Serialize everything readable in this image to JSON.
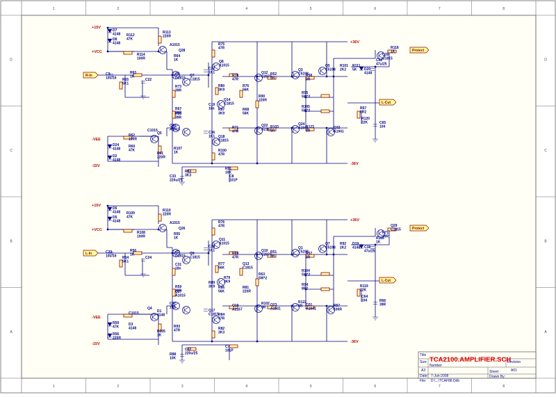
{
  "title_block": {
    "title_label": "Title",
    "title": "TCA2100.AMPLIFIER.SCH",
    "size_label": "Size",
    "size": "A3",
    "number_label": "Number",
    "revision_label": "Revision",
    "revision": "A01",
    "date_label": "Date:",
    "date": "7-Jun-2008",
    "file_label": "File:",
    "file": "D:\\...\\TCAF88.Ddb",
    "sheet_label": "Sheet",
    "drawn_label": "Drawn By:"
  },
  "zones": {
    "columns": [
      "1",
      "2",
      "3",
      "4",
      "5",
      "6",
      "7",
      "8"
    ],
    "rows": [
      "D",
      "C",
      "B",
      "A"
    ]
  },
  "channels": [
    {
      "name": "top",
      "input_port": "R-In",
      "rails": {
        "p15": "+15V",
        "vcc": "+VCC",
        "m15": "-15V",
        "vee": "-VEE",
        "p36": "+36V",
        "m36": "-36V"
      },
      "ports": {
        "protect": "Protect",
        "lcut": "L-Cut"
      },
      "parts": [
        {
          "ref": "D7",
          "val": "4148"
        },
        {
          "ref": "D8",
          "val": "4148"
        },
        {
          "ref": "R112",
          "val": "47K"
        },
        {
          "ref": "R113",
          "val": "220R"
        },
        {
          "ref": "A1015",
          "val": ""
        },
        {
          "ref": "Q28",
          "val": ""
        },
        {
          "ref": "R114",
          "val": "100R"
        },
        {
          "ref": "R64",
          "val": "1K"
        },
        {
          "ref": "R75",
          "val": "47R"
        },
        {
          "ref": "Q8",
          "val": "A1015"
        },
        {
          "ref": "C9",
          "val": "10u/16"
        },
        {
          "ref": "R63",
          "val": "1K"
        },
        {
          "ref": "R65",
          "val": "5K1"
        },
        {
          "ref": "C22",
          "val": ""
        },
        {
          "ref": "Q6",
          "val": "C1815"
        },
        {
          "ref": "Q7",
          "val": "C1815"
        },
        {
          "ref": "C27",
          "val": "1K1"
        },
        {
          "ref": "R78",
          "val": "47R"
        },
        {
          "ref": "Q12",
          "val": "C2073"
        },
        {
          "ref": "R52",
          "val": "3R"
        },
        {
          "ref": "Q3",
          "val": "C5198"
        },
        {
          "ref": "R58",
          "val": "3R"
        },
        {
          "ref": "Q5",
          "val": "C5198"
        },
        {
          "ref": "R101",
          "val": "2K2"
        },
        {
          "ref": "R111",
          "val": "5K"
        },
        {
          "ref": "D20",
          "val": "4148"
        },
        {
          "ref": "C42",
          "val": "47u/25"
        },
        {
          "ref": "R118",
          "val": "1K"
        },
        {
          "ref": "Q30",
          "val": "C1815"
        },
        {
          "ref": "R73",
          "val": "39R"
        },
        {
          "ref": "C19",
          "val": "18n"
        },
        {
          "ref": "R80",
          "val": "3K9"
        },
        {
          "ref": "R76",
          "val": "56K"
        },
        {
          "ref": "Q14",
          "val": "C1815"
        },
        {
          "ref": "R87",
          "val": "3K9"
        },
        {
          "ref": "R68",
          "val": "56K"
        },
        {
          "ref": "R90",
          "val": "220R"
        },
        {
          "ref": "R95",
          "val": "5W*2"
        },
        {
          "ref": "R105",
          "val": "5W*2"
        },
        {
          "ref": "R67",
          "val": "8R2"
        },
        {
          "ref": "R120",
          "val": "22K"
        },
        {
          "ref": "C65",
          "val": "104"
        },
        {
          "ref": "R67",
          "val": "39R"
        },
        {
          "ref": "R60",
          "val": "39R"
        },
        {
          "ref": "Q10",
          "val": "A1015"
        },
        {
          "ref": "C36",
          "val": "1K1"
        },
        {
          "ref": "Q18",
          "val": "C1815"
        },
        {
          "ref": "R71",
          "val": "47R"
        },
        {
          "ref": "Q22",
          "val": "A2167"
        },
        {
          "ref": "R103",
          "val": "3R"
        },
        {
          "ref": "Q24",
          "val": "A1941"
        },
        {
          "ref": "R123",
          "val": "3R"
        },
        {
          "ref": "Q32",
          "val": "A1941"
        },
        {
          "ref": "R62",
          "val": "100R"
        },
        {
          "ref": "C1015",
          "val": ""
        },
        {
          "ref": "Q5",
          "val": ""
        },
        {
          "ref": "D24",
          "val": "4148"
        },
        {
          "ref": "R60",
          "val": "47K"
        },
        {
          "ref": "D2",
          "val": "4148"
        },
        {
          "ref": "R61",
          "val": "220R"
        },
        {
          "ref": "R107",
          "val": "1K"
        },
        {
          "ref": "R100",
          "val": "47R"
        },
        {
          "ref": "R83",
          "val": "3K3"
        },
        {
          "ref": "C33",
          "val": "220u/25"
        },
        {
          "ref": "R91",
          "val": "10K"
        },
        {
          "ref": "C8",
          "val": "101P"
        }
      ]
    },
    {
      "name": "bottom",
      "input_port": "L-In",
      "rails": {
        "p15": "+15V",
        "vcc": "+VCC",
        "m15": "-15V",
        "vee": "-VEE",
        "p36": "+36V",
        "m36": "-36V"
      },
      "ports": {
        "protect": "Protect",
        "lcut": "L-Cut"
      },
      "parts": [
        {
          "ref": "D6",
          "val": "4148"
        },
        {
          "ref": "D5",
          "val": "4148"
        },
        {
          "ref": "R109",
          "val": "47K"
        },
        {
          "ref": "R110",
          "val": "220R"
        },
        {
          "ref": "A1015",
          "val": ""
        },
        {
          "ref": "Q26",
          "val": ""
        },
        {
          "ref": "R108",
          "val": "100R"
        },
        {
          "ref": "R55",
          "val": "1K"
        },
        {
          "ref": "R76",
          "val": "47R"
        },
        {
          "ref": "Q11",
          "val": "A1015"
        },
        {
          "ref": "C23",
          "val": "10u/16"
        },
        {
          "ref": "R50",
          "val": "1K"
        },
        {
          "ref": "R54",
          "val": "5K1"
        },
        {
          "ref": "C24",
          "val": ""
        },
        {
          "ref": "Q3",
          "val": "C1815"
        },
        {
          "ref": "Q9",
          "val": "C1815"
        },
        {
          "ref": "C29",
          "val": "1K1"
        },
        {
          "ref": "R69",
          "val": "47R"
        },
        {
          "ref": "Q10",
          "val": "C2073"
        },
        {
          "ref": "R51",
          "val": "3R"
        },
        {
          "ref": "Q1",
          "val": "C5198"
        },
        {
          "ref": "R57",
          "val": "3R"
        },
        {
          "ref": "Q7",
          "val": "C5198"
        },
        {
          "ref": "R92",
          "val": "2K2"
        },
        {
          "ref": "D19",
          "val": "4148"
        },
        {
          "ref": "C38",
          "val": "47u/25"
        },
        {
          "ref": "R116",
          "val": "1K"
        },
        {
          "ref": "Q29",
          "val": "C1815"
        },
        {
          "ref": "R71",
          "val": "39R"
        },
        {
          "ref": "C31",
          "val": "18n"
        },
        {
          "ref": "R89",
          "val": "3K9"
        },
        {
          "ref": "R77",
          "val": "56K"
        },
        {
          "ref": "Q13",
          "val": "C1815"
        },
        {
          "ref": "R79",
          "val": "3K9"
        },
        {
          "ref": "R86",
          "val": "56K"
        },
        {
          "ref": "R81",
          "val": "220R"
        },
        {
          "ref": "R53",
          "val": "5W*2"
        },
        {
          "ref": "R104",
          "val": "5W*2"
        },
        {
          "ref": "R94",
          "val": "8R2"
        },
        {
          "ref": "R119",
          "val": "22K"
        },
        {
          "ref": "C64",
          "val": "104"
        },
        {
          "ref": "R66",
          "val": "39R"
        },
        {
          "ref": "R59",
          "val": "39R"
        },
        {
          "ref": "Q27",
          "val": "A1015"
        },
        {
          "ref": "C37",
          "val": "1K1"
        },
        {
          "ref": "Q17",
          "val": "C1815"
        },
        {
          "ref": "R84",
          "val": "47R"
        },
        {
          "ref": "Q19",
          "val": "A2167"
        },
        {
          "ref": "R102",
          "val": "3R"
        },
        {
          "ref": "Q23",
          "val": "A1941"
        },
        {
          "ref": "R122",
          "val": "3R"
        },
        {
          "ref": "Q31",
          "val": "A1941"
        },
        {
          "ref": "R57",
          "val": "100R"
        },
        {
          "ref": "C1015",
          "val": ""
        },
        {
          "ref": "Q4",
          "val": ""
        },
        {
          "ref": "D1",
          "val": "4148"
        },
        {
          "ref": "R59",
          "val": "47K"
        },
        {
          "ref": "D3",
          "val": "4148"
        },
        {
          "ref": "R56",
          "val": "220R"
        },
        {
          "ref": "R105",
          "val": "1K"
        },
        {
          "ref": "R93",
          "val": "47R"
        },
        {
          "ref": "R82",
          "val": "3K3"
        },
        {
          "ref": "C32",
          "val": "220u/25"
        },
        {
          "ref": "R88",
          "val": "10K"
        },
        {
          "ref": "C7",
          "val": "101P"
        }
      ]
    }
  ]
}
